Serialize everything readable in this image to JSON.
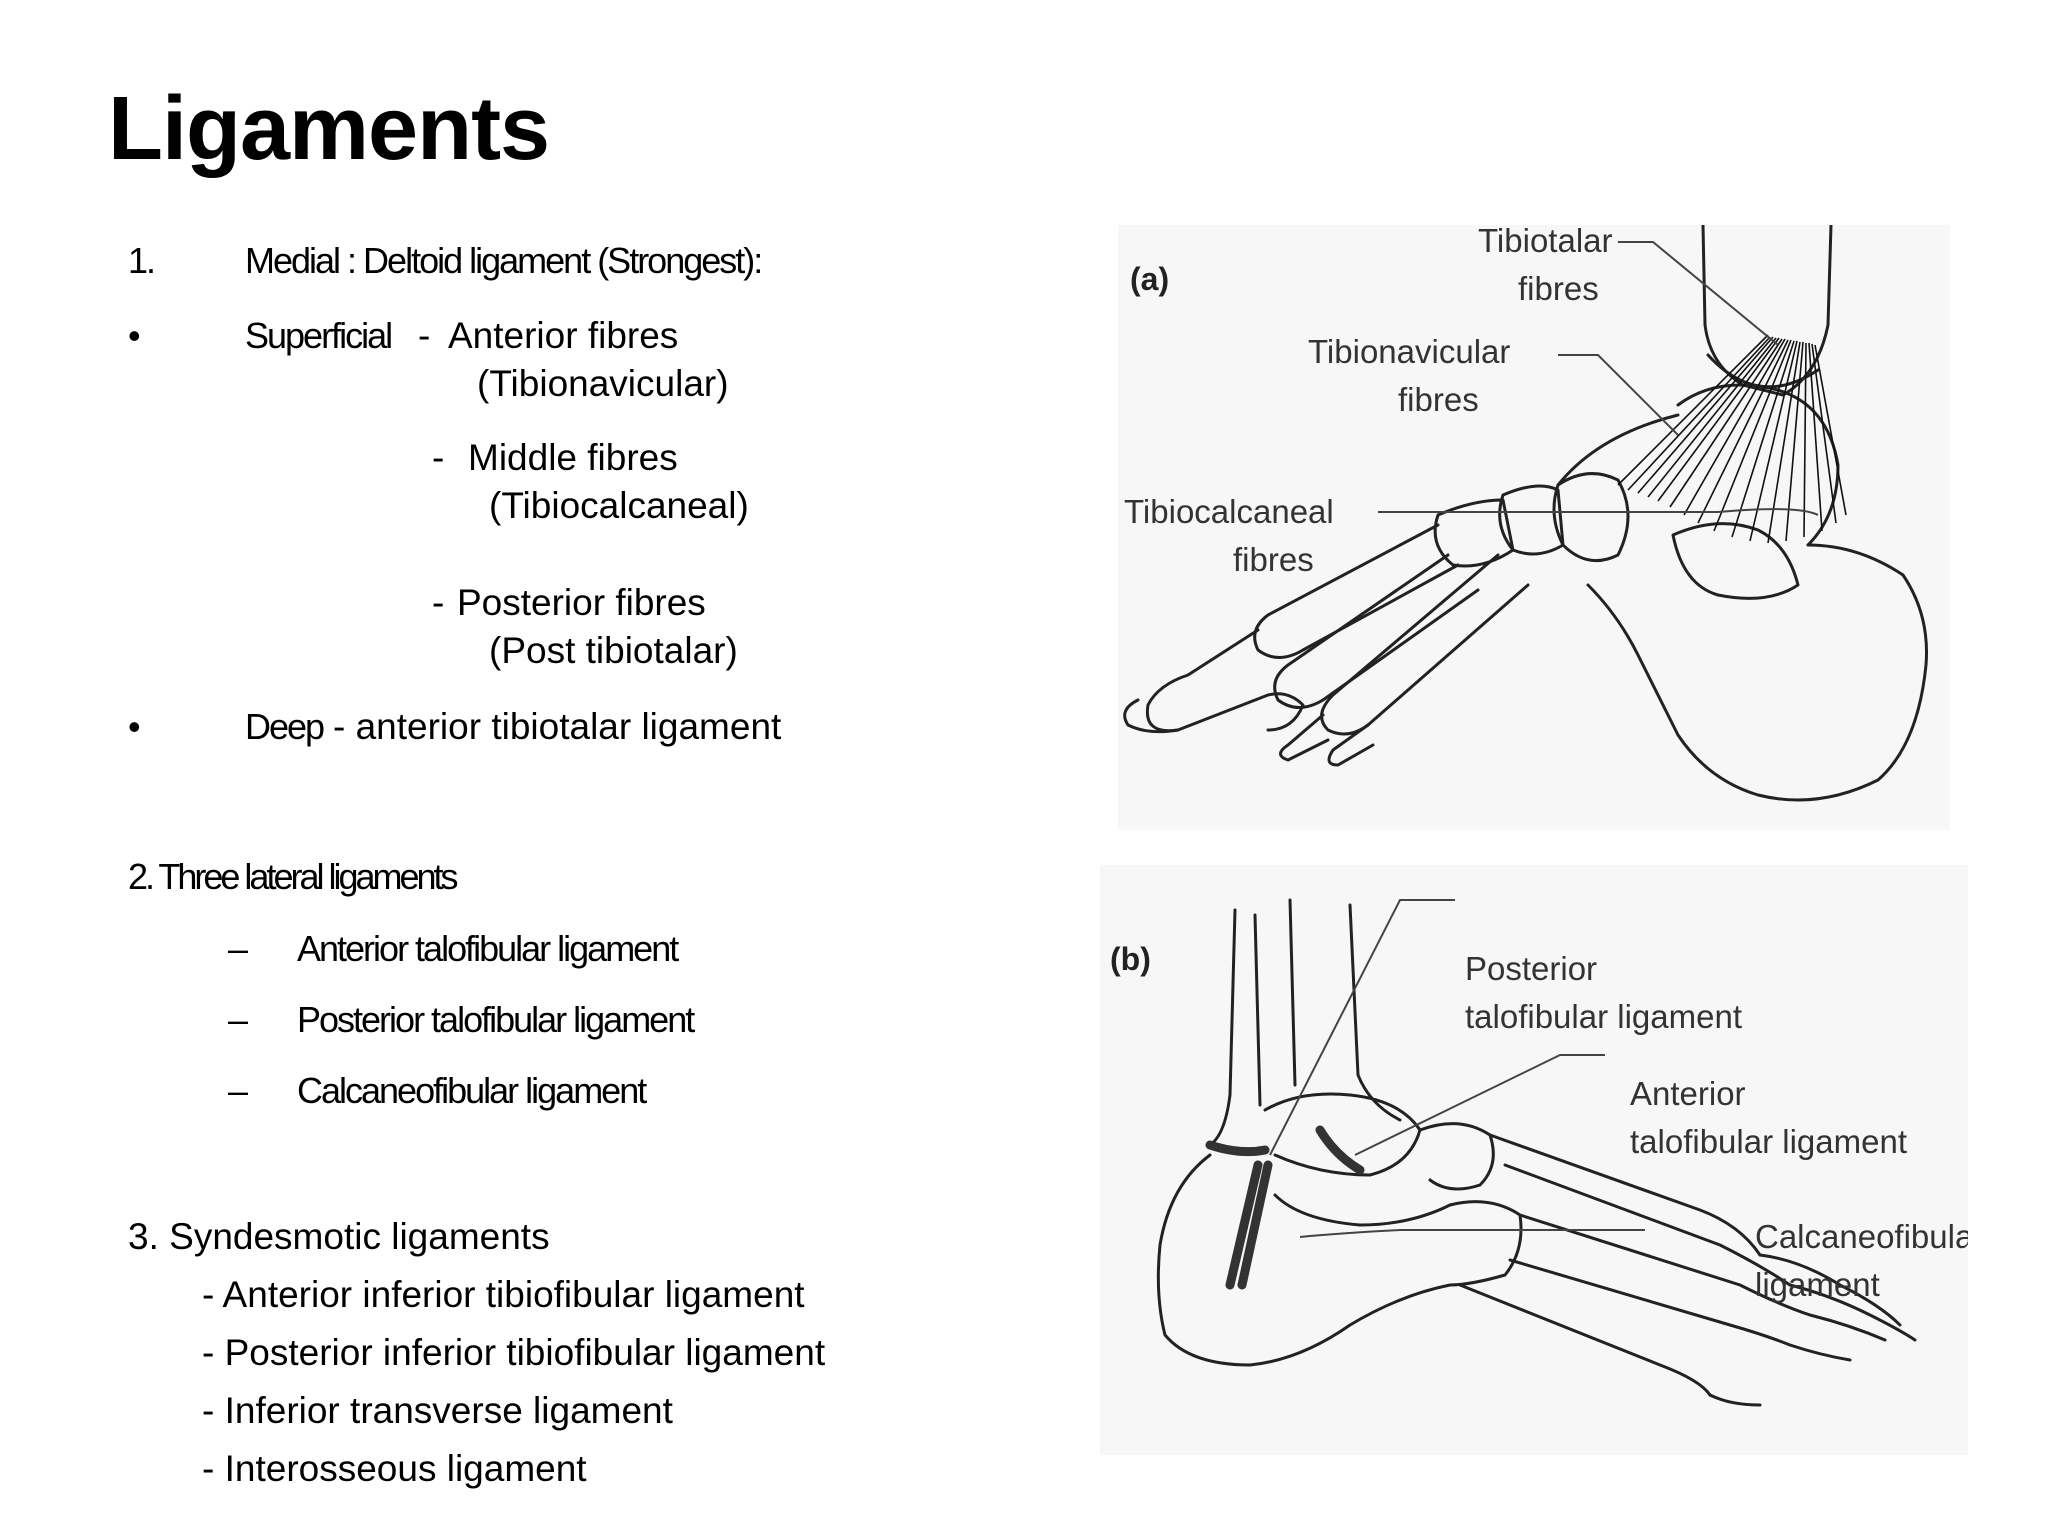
{
  "slide": {
    "title": "Ligaments",
    "medial": {
      "number": "1.",
      "heading": "Medial : Deltoid ligament (Strongest):",
      "superficial": {
        "bullet": "•",
        "label": "Superficial",
        "items": [
          {
            "dash": "-",
            "name": "Anterior fibres",
            "detail": "(Tibionavicular)"
          },
          {
            "dash": "-",
            "name": "Middle fibres",
            "detail": "(Tibiocalcaneal)"
          },
          {
            "dash": "-",
            "name": "Posterior fibres",
            "detail": "(Post tibiotalar)"
          }
        ]
      },
      "deep": {
        "bullet": "•",
        "label": "Deep",
        "text": "- anterior tibiotalar ligament"
      }
    },
    "lateral": {
      "heading": "2. Three lateral ligaments",
      "items": [
        {
          "dash": "–",
          "name": "Anterior talofibular ligament"
        },
        {
          "dash": "–",
          "name": "Posterior talofibular ligament"
        },
        {
          "dash": "–",
          "name": "Calcaneofibular ligament"
        }
      ]
    },
    "syndesmotic": {
      "heading": "3. Syndesmotic ligaments",
      "items": [
        "- Anterior inferior tibiofibular ligament",
        "- Posterior inferior tibiofibular ligament",
        "- Inferior transverse ligament",
        "- Interosseous ligament"
      ]
    }
  },
  "figure_a": {
    "panel_label": "(a)",
    "labels": {
      "tibiotalar_1": "Tibiotalar",
      "tibiotalar_2": "fibres",
      "tibionavicular_1": "Tibionavicular",
      "tibionavicular_2": "fibres",
      "tibiocalcaneal_1": "Tibiocalcaneal",
      "tibiocalcaneal_2": "fibres"
    }
  },
  "figure_b": {
    "panel_label": "(b)",
    "labels": {
      "posterior_1": "Posterior",
      "posterior_2": "talofibular ligament",
      "anterior_1": "Anterior",
      "anterior_2": "talofibular ligament",
      "calcaneofibular_1": "Calcaneofibular",
      "calcaneofibular_2": "ligament"
    }
  }
}
